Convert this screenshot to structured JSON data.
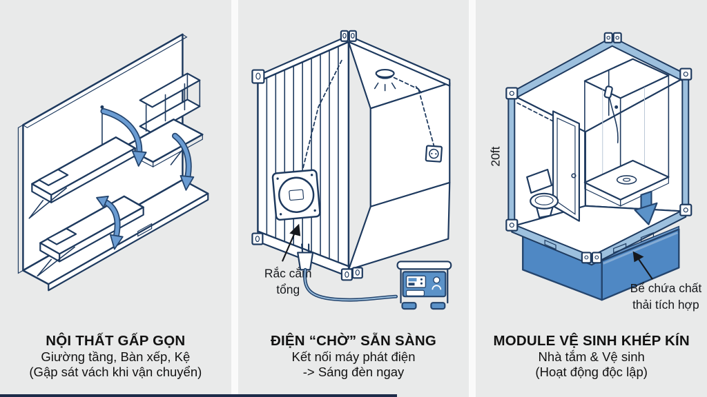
{
  "panels": [
    {
      "id": "foldable-furniture",
      "title": "NỘI THẤT GẤP GỌN",
      "subtitle1": "Giường tầng, Bàn xếp, Kệ",
      "subtitle2": "(Gập sát vách khi vận chuyển)"
    },
    {
      "id": "power-ready",
      "title": "ĐIỆN “CHỜ” SẴN SÀNG",
      "subtitle1": "Kết nối máy phát điện",
      "subtitle2": "-> Sáng đèn ngay",
      "labels": {
        "socket_line1": "Rắc cắm",
        "socket_line2": "tổng"
      }
    },
    {
      "id": "sanitary-module",
      "title": "MODULE VỆ SINH KHÉP KÍN",
      "subtitle1": "Nhà tắm & Vệ sinh",
      "subtitle2": "(Hoạt động độc lập)",
      "labels": {
        "container_size": "20ft",
        "tank_line1": "Bể chứa chất",
        "tank_line2": "thải tích hợp"
      }
    }
  ],
  "colors": {
    "panel_background": "#e9eaea",
    "divider": "#fafafa",
    "line_ink": "#1e3a5f",
    "accent_blue": "#5b92c8",
    "tank_blue": "#4f88c4",
    "frame_blue": "#9dc0de",
    "text": "#121212",
    "progress_bar": "#1d2b49"
  }
}
